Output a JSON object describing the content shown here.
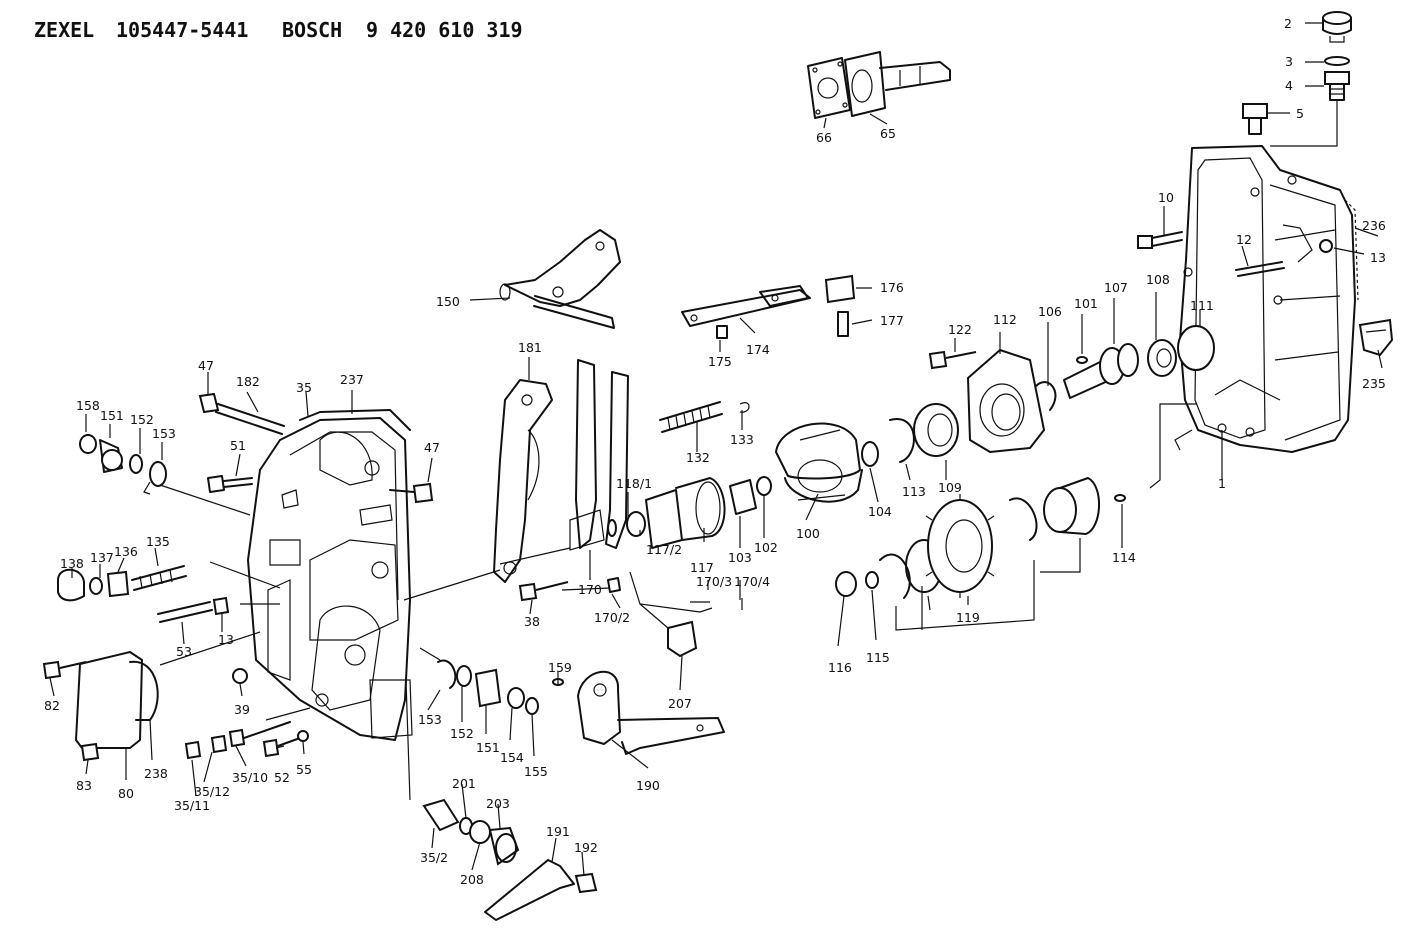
{
  "header": {
    "brand1": "ZEXEL",
    "code1": "105447-5441",
    "brand2": "BOSCH",
    "code2": "9 420 610 319"
  },
  "labels": [
    {
      "t": "2"
    },
    {
      "t": "3"
    },
    {
      "t": "4"
    },
    {
      "t": "5"
    },
    {
      "t": "66"
    },
    {
      "t": "65"
    },
    {
      "t": "236"
    },
    {
      "t": "10"
    },
    {
      "t": "12"
    },
    {
      "t": "13"
    },
    {
      "t": "176"
    },
    {
      "t": "177"
    },
    {
      "t": "175"
    },
    {
      "t": "174"
    },
    {
      "t": "150"
    },
    {
      "t": "122"
    },
    {
      "t": "112"
    },
    {
      "t": "106"
    },
    {
      "t": "101"
    },
    {
      "t": "107"
    },
    {
      "t": "108"
    },
    {
      "t": "111"
    },
    {
      "t": "235"
    },
    {
      "t": "1"
    },
    {
      "t": "181"
    },
    {
      "t": "47"
    },
    {
      "t": "182"
    },
    {
      "t": "35"
    },
    {
      "t": "237"
    },
    {
      "t": "158"
    },
    {
      "t": "151"
    },
    {
      "t": "152"
    },
    {
      "t": "153"
    },
    {
      "t": "51"
    },
    {
      "t": "47"
    },
    {
      "t": "133"
    },
    {
      "t": "132"
    },
    {
      "t": "118/1"
    },
    {
      "t": "117/2"
    },
    {
      "t": "117"
    },
    {
      "t": "103"
    },
    {
      "t": "102"
    },
    {
      "t": "100"
    },
    {
      "t": "104"
    },
    {
      "t": "113"
    },
    {
      "t": "109"
    },
    {
      "t": "114"
    },
    {
      "t": "138"
    },
    {
      "t": "137"
    },
    {
      "t": "136"
    },
    {
      "t": "135"
    },
    {
      "t": "13"
    },
    {
      "t": "53"
    },
    {
      "t": "38"
    },
    {
      "t": "170"
    },
    {
      "t": "170/3"
    },
    {
      "t": "170/4"
    },
    {
      "t": "170/2"
    },
    {
      "t": "119"
    },
    {
      "t": "116"
    },
    {
      "t": "115"
    },
    {
      "t": "82"
    },
    {
      "t": "39"
    },
    {
      "t": "207"
    },
    {
      "t": "159"
    },
    {
      "t": "153"
    },
    {
      "t": "152"
    },
    {
      "t": "151"
    },
    {
      "t": "154"
    },
    {
      "t": "155"
    },
    {
      "t": "238"
    },
    {
      "t": "83"
    },
    {
      "t": "80"
    },
    {
      "t": "35/12"
    },
    {
      "t": "35/11"
    },
    {
      "t": "35/10"
    },
    {
      "t": "52"
    },
    {
      "t": "55"
    },
    {
      "t": "190"
    },
    {
      "t": "201"
    },
    {
      "t": "203"
    },
    {
      "t": "35/2"
    },
    {
      "t": "208"
    },
    {
      "t": "191"
    },
    {
      "t": "192"
    }
  ]
}
